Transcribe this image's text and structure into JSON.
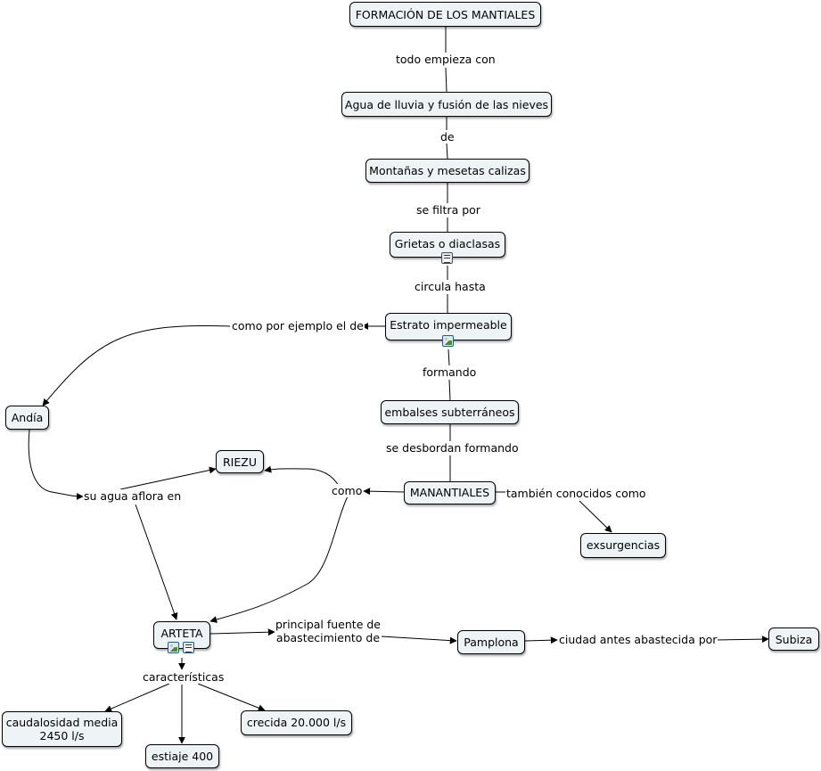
{
  "concepts": {
    "formacion": "FORMACIÓN DE LOS MANTIALES",
    "agua": "Agua de lluvia y fusión de las nieves",
    "montanas": "Montañas y mesetas calizas",
    "grietas": "Grietas o diaclasas",
    "estrato": "Estrato impermeable",
    "embalses": "embalses subterráneos",
    "manantiales": "MANANTIALES",
    "exsurgencias": "exsurgencias",
    "andia": "Andía",
    "riezu": "RIEZU",
    "arteta": "ARTETA",
    "pamplona": "Pamplona",
    "subiza": "Subiza",
    "caudalosidad": "caudalosidad media\n2450 l/s",
    "estiaje": "estiaje 400",
    "crecida": "crecida 20.000 l/s"
  },
  "links": {
    "todo_empieza": "todo empieza con",
    "de": "de",
    "se_filtra": "se filtra por",
    "circula": "circula hasta",
    "como_ejemplo": "como por ejemplo el de",
    "formando": "formando",
    "desbordan": "se desbordan formando",
    "como": "como",
    "tambien": "también conocidos como",
    "aflora": "su agua aflora en",
    "principal": "principal fuente de\nabastecimiento de",
    "ciudad": "ciudad antes abastecida por",
    "caracteristicas": "características"
  },
  "icons": {
    "grietas": [
      "document-icon"
    ],
    "estrato": [
      "image-icon"
    ],
    "arteta": [
      "image-icon",
      "document-icon"
    ]
  }
}
